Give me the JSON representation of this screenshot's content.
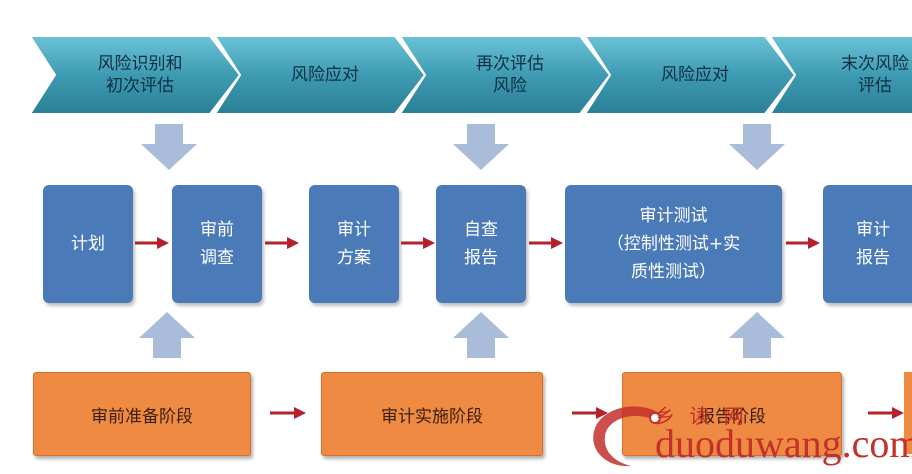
{
  "chevrons": [
    {
      "label": "风险识别和\n初次评估"
    },
    {
      "label": "风险应对"
    },
    {
      "label": "再次评估\n风险"
    },
    {
      "label": "风险应对"
    },
    {
      "label": "末次风险\n评估"
    }
  ],
  "process_boxes": [
    {
      "label": "计划"
    },
    {
      "label": "审前\n调查"
    },
    {
      "label": "审计\n方案"
    },
    {
      "label": "自查\n报告"
    },
    {
      "label": "审计测试\n（控制性测试+实\n质性测试）"
    },
    {
      "label": "审计\n报告"
    }
  ],
  "phases": [
    {
      "label": "审前准备阶段"
    },
    {
      "label": "审计实施阶段"
    },
    {
      "label": "报告阶段"
    }
  ],
  "watermark": {
    "chinese": "乡 读 网",
    "url": "duoduwang.com"
  },
  "colors": {
    "chevron": "#3e9bb2",
    "process_box": "#4a7ab8",
    "phase_box": "#ef8a43",
    "block_arrow": "#a9bcd9",
    "flow_arrow": "#b5202a"
  }
}
